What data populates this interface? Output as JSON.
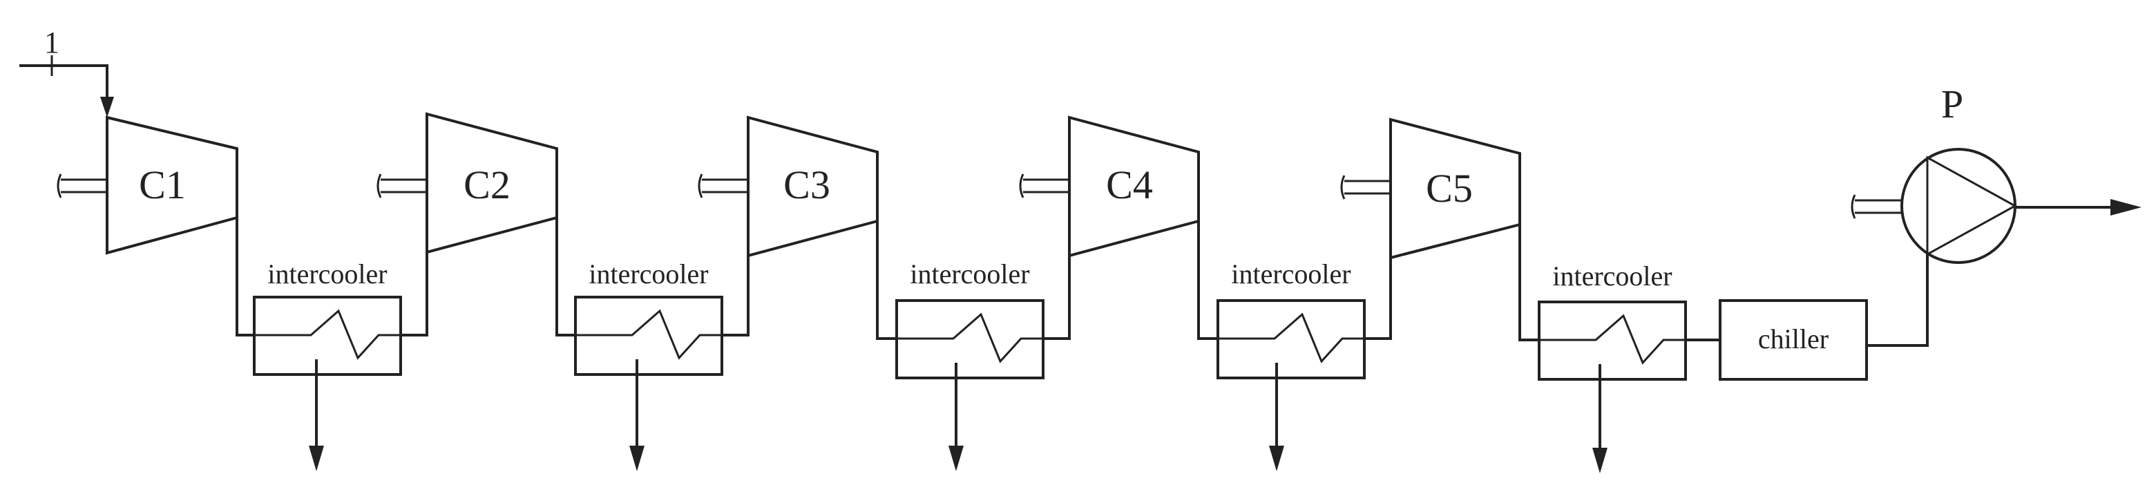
{
  "diagram": {
    "inlet_label": "1",
    "compressors": [
      {
        "label": "C1"
      },
      {
        "label": "C2"
      },
      {
        "label": "C3"
      },
      {
        "label": "C4"
      },
      {
        "label": "C5"
      }
    ],
    "intercoolers": [
      {
        "label": "intercooler"
      },
      {
        "label": "intercooler"
      },
      {
        "label": "intercooler"
      },
      {
        "label": "intercooler"
      },
      {
        "label": "intercooler"
      }
    ],
    "chiller_label": "chiller",
    "pump_label": "P"
  }
}
